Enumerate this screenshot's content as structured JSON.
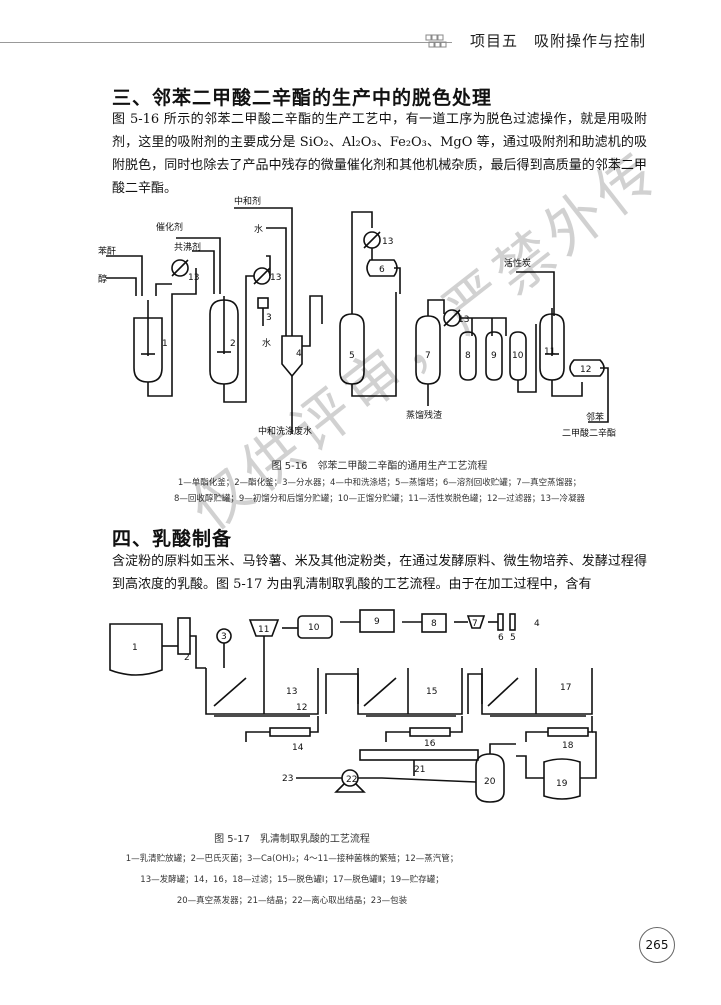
{
  "header": {
    "title": "项目五　吸附操作与控制"
  },
  "section3": {
    "heading": "三、邻苯二甲酸二辛酯的生产中的脱色处理",
    "paragraph": "图 5-16 所示的邻苯二甲酸二辛酯的生产工艺中，有一道工序为脱色过滤操作，就是用吸附剂，这里的吸附剂的主要成分是 SiO₂、Al₂O₃、Fe₂O₃、MgO 等，通过吸附剂和助滤机的吸附脱色，同时也除去了产品中残存的微量催化剂和其他机械杂质，最后得到高质量的邻苯二甲酸二辛酯。"
  },
  "figure16": {
    "labels": {
      "anhydride": "苯酐",
      "alcohol": "醇",
      "catalyst": "催化剂",
      "entrainer": "共沸剂",
      "neutralizer": "中和剂",
      "water_top": "水",
      "water_side": "水",
      "activated_carbon": "活性炭",
      "wash_waste": "中和洗涤废水",
      "residue": "蒸馏残渣",
      "product_line1": "邻苯",
      "product_line2": "二甲酸二辛酯",
      "n13": "13",
      "n1": "1",
      "n2": "2",
      "n3": "3",
      "n4": "4",
      "n5": "5",
      "n6": "6",
      "n7": "7",
      "n8": "8",
      "n9": "9",
      "n10": "10",
      "n11": "11",
      "n12": "12"
    },
    "caption": "图 5-16　邻苯二甲酸二辛酯的通用生产工艺流程",
    "legend_line1": "1—单酯化釜；2—酯化釜；3—分水器；4—中和洗涤塔；5—蒸馏塔；6—溶剂回收贮罐；7—真空蒸馏器；",
    "legend_line2": "8—回收醇贮罐；9—初馏分和后馏分贮罐；10—正馏分贮罐；11—活性炭脱色罐；12—过滤器；13—冷凝器"
  },
  "section4": {
    "heading": "四、乳酸制备",
    "paragraph": "含淀粉的原料如玉米、马铃薯、米及其他淀粉类，在通过发酵原料、微生物培养、发酵过程得到高浓度的乳酸。图 5-17 为由乳清制取乳酸的工艺流程。由于在加工过程中，含有"
  },
  "figure17": {
    "labels": {
      "n1": "1",
      "n2": "2",
      "n3": "3",
      "n4": "4",
      "n5": "5",
      "n6": "6",
      "n7": "7",
      "n8": "8",
      "n9": "9",
      "n10": "10",
      "n11": "11",
      "n12": "12",
      "n13": "13",
      "n14": "14",
      "n15": "15",
      "n16": "16",
      "n17": "17",
      "n18": "18",
      "n19": "19",
      "n20": "20",
      "n21": "21",
      "n22": "22",
      "n23": "23"
    },
    "caption": "图 5-17　乳清制取乳酸的工艺流程",
    "legend_line1": "1—乳清贮放罐；2—巴氏灭菌；3—Ca(OH)₂；4～11—接种菌株的繁殖；12—蒸汽管；",
    "legend_line2": "13—发酵罐；14，16，18—过滤；15—脱色罐Ⅰ；17—脱色罐Ⅱ；19—贮存罐；",
    "legend_line3": "20—真空蒸发器；21—结晶；22—离心取出结晶；23—包装"
  },
  "watermark": "仅供评审，严禁外传",
  "page_number": "265"
}
